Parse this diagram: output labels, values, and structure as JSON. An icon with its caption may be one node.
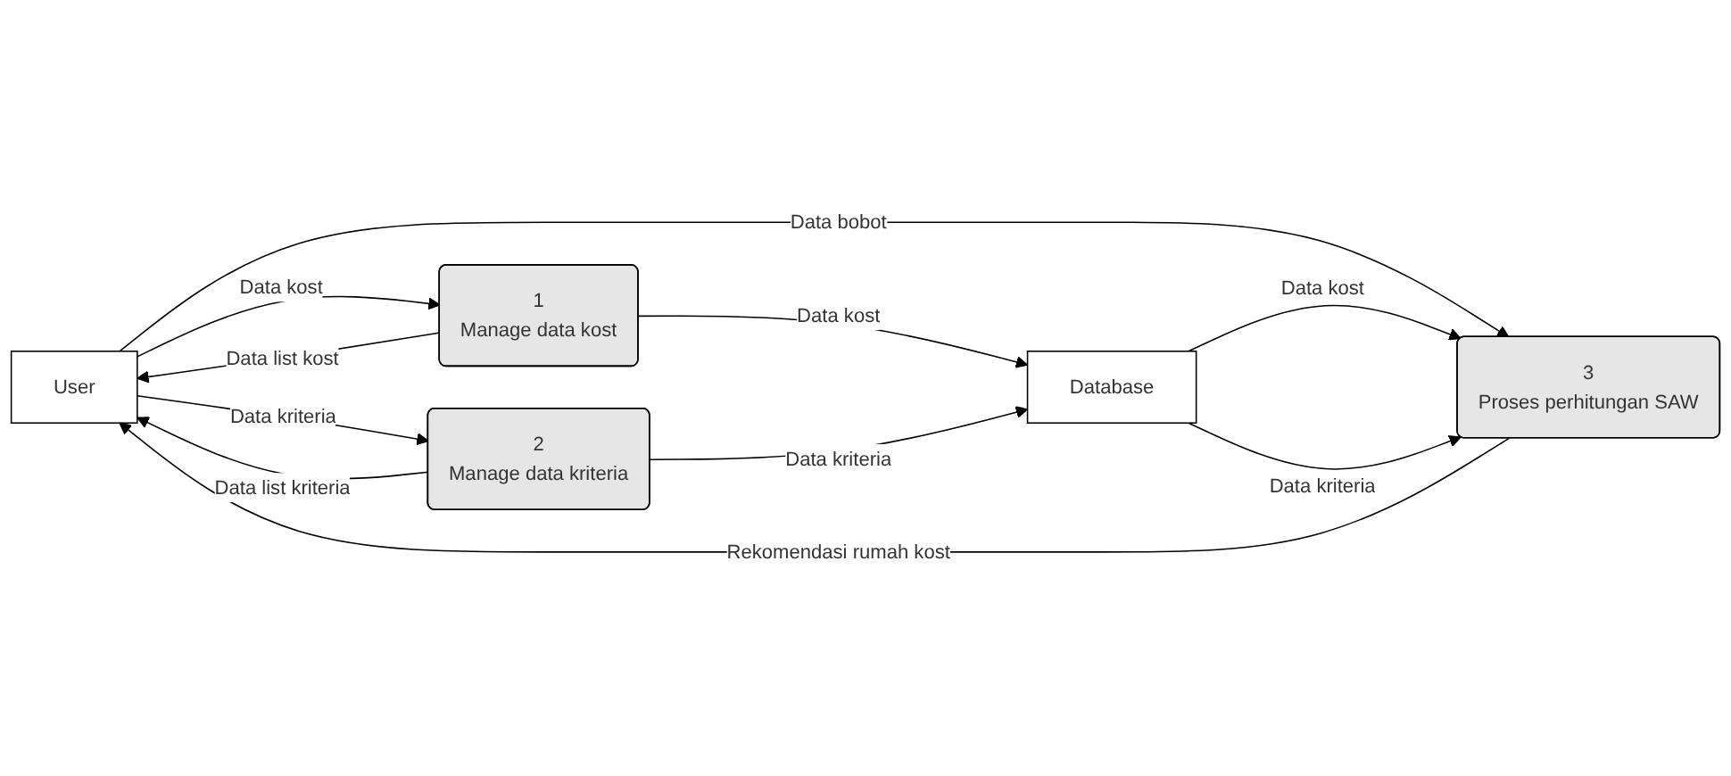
{
  "diagram": {
    "nodes": [
      {
        "text": [
          "User"
        ]
      },
      {
        "text": [
          "1",
          "Manage data kost"
        ]
      },
      {
        "text": [
          "2",
          "Manage data kriteria"
        ]
      },
      {
        "text": [
          "3",
          "Proses perhitungan SAW"
        ]
      },
      {
        "text": [
          "Database"
        ]
      }
    ],
    "edges": [
      {
        "from": 0,
        "to": 1,
        "arrow": "to",
        "label": "Data kost"
      },
      {
        "from": 1,
        "to": 0,
        "arrow": "to",
        "label": "Data list kost"
      },
      {
        "from": 1,
        "to": 4,
        "arrow": "to",
        "label": "Data kost"
      },
      {
        "from": 0,
        "to": 2,
        "arrow": "to",
        "label": "Data kriteria"
      },
      {
        "from": 2,
        "to": 0,
        "arrow": "to",
        "label": "Data list kriteria"
      },
      {
        "from": 2,
        "to": 4,
        "arrow": "to",
        "label": "Data kriteria"
      },
      {
        "from": 0,
        "to": 3,
        "arrow": "to",
        "label": "Data bobot"
      },
      {
        "from": 4,
        "to": 3,
        "arrow": "to",
        "label": "Data kost"
      },
      {
        "from": 4,
        "to": 3,
        "arrow": "to",
        "label": "Data kriteria"
      },
      {
        "from": 3,
        "to": 0,
        "arrow": "to",
        "label": "Rekomendasi rumah kost"
      }
    ]
  }
}
